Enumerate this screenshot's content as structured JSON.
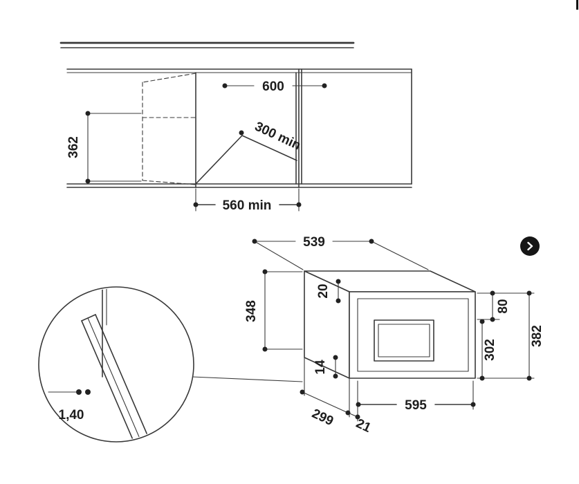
{
  "colors": {
    "line": "#383838",
    "label": "#1d1d1d",
    "next_button_bg": "#161616",
    "next_button_fg": "#ffffff"
  },
  "carousel": {
    "next_icon": "chevron-right"
  },
  "cabinet_diagram": {
    "dims": {
      "width_top": "600",
      "height_side": "362",
      "depth_min": "300 min",
      "width_min": "560 min"
    }
  },
  "oven_diagram": {
    "dims": {
      "top_width": "539",
      "rear_height": "348",
      "top_clearance": "20",
      "bottom_clearance": "14",
      "front_top": "80",
      "front_lower": "302",
      "total_height": "382",
      "front_width": "595",
      "depth": "299",
      "door_proud": "21"
    }
  },
  "detail_view": {
    "dims": {
      "gap": "1,40"
    }
  }
}
